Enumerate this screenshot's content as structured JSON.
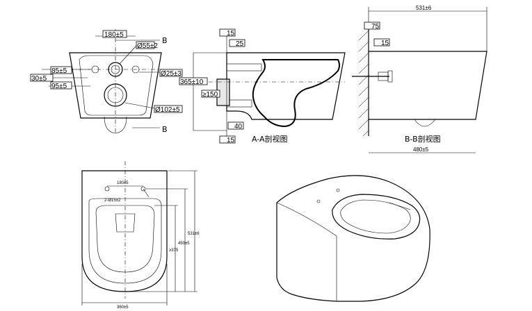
{
  "front_view": {
    "dim_top": "180±5",
    "dim_d55": "Ø55±2",
    "dim_d25": "Ø25±3",
    "dim_d102": "Ø102±5",
    "dim_85": "85±5",
    "dim_30": "30±5",
    "dim_95": "95±5",
    "label_b_top": "B",
    "label_b_bottom": "B"
  },
  "section_aa": {
    "dim_15_top": "15",
    "dim_25": "25",
    "dim_365": "365±10",
    "dim_150": "≥150",
    "dim_40": "40",
    "dim_15_bottom": "15",
    "caption": "A-A剖视图"
  },
  "section_bb": {
    "dim_531": "531±6",
    "dim_75": "75",
    "dim_15": "15",
    "dim_480": "480±5",
    "caption": "B-B剖视图"
  },
  "top_view": {
    "dim_180": "180±5",
    "dim_holes": "2-Ø15±2",
    "dim_531": "531±6",
    "dim_450": "450±5",
    "dim_375": "≥375",
    "dim_360": "360±5"
  }
}
